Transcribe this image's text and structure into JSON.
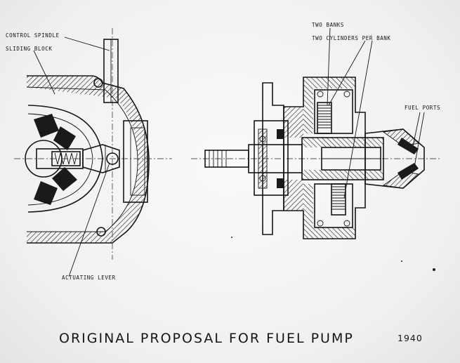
{
  "labels": {
    "control_spindle": "CONTROL SPINDLE",
    "sliding_block": "SLIDING BLOCK",
    "actuating_lever": "ACTUATING   LEVER",
    "two_banks": "TWO  BANKS",
    "two_cylinders": "TWO CYLINDERS PER BANK",
    "fuel_ports": "FUEL  PORTS"
  },
  "caption": {
    "title": "ORIGINAL  PROPOSAL  FOR  FUEL  PUMP",
    "year": "1940"
  },
  "colors": {
    "paper": "#f3f3f1",
    "ink": "#161616"
  }
}
